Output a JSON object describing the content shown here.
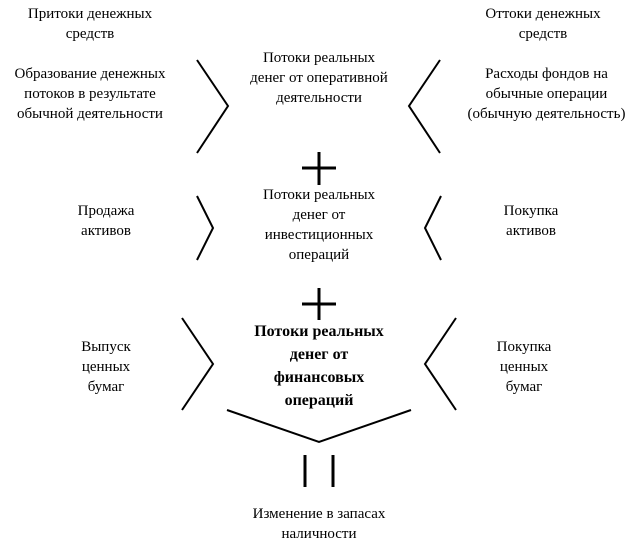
{
  "header": {
    "inflows_title": "Притоки денежных\nсредств",
    "outflows_title": "Оттоки денежных\nсредств"
  },
  "rows": {
    "operating": {
      "inflow": "Образование денежных\nпотоков в результате\nобычной деятельности",
      "center": "Потоки реальных\nденег от оперативной\nдеятельности",
      "outflow": "Расходы фондов на\nобычные операции\n(обычную деятельность)"
    },
    "investing": {
      "inflow": "Продажа\nактивов",
      "center": "Потоки реальных\nденег от\nинвестиционных\nопераций",
      "outflow": "Покупка\nактивов"
    },
    "financing": {
      "inflow": "Выпуск\nценных\nбумаг",
      "center": "Потоки реальных\nденег от\nфинансовых\nопераций",
      "outflow": "Покупка\nценных\nбумаг"
    }
  },
  "result": {
    "label": "Изменение в запасах\nналичности"
  },
  "symbols": {
    "plus": "plus-sign",
    "equals": "equals-sign",
    "bracket_right": "chevron-right",
    "bracket_left": "chevron-left"
  }
}
